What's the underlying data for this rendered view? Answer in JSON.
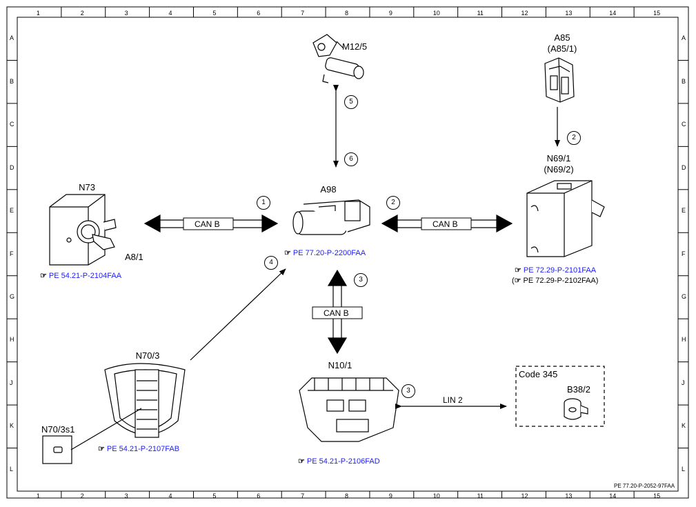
{
  "frame": {
    "columns": [
      "1",
      "2",
      "3",
      "4",
      "5",
      "6",
      "7",
      "8",
      "9",
      "10",
      "11",
      "12",
      "13",
      "14",
      "15"
    ],
    "rows": [
      "A",
      "B",
      "C",
      "D",
      "E",
      "F",
      "G",
      "H",
      "J",
      "K",
      "L"
    ]
  },
  "components": {
    "m12_5": "M12/5",
    "a85": "A85",
    "a85_alt": "(A85/1)",
    "n69_1": "N69/1",
    "n69_1_alt": "(N69/2)",
    "n73": "N73",
    "a8_1": "A8/1",
    "a98": "A98",
    "n70_3": "N70/3",
    "n70_3s1": "N70/3s1",
    "n10_1": "N10/1",
    "b38_2": "B38/2"
  },
  "option_box": {
    "title": "Code 345"
  },
  "references": {
    "a98": "PE 77.20-P-2200FAA",
    "n73": "PE 54.21-P-2104FAA",
    "n69_1": "PE 72.29-P-2101FAA",
    "n69_2_prefix": "(",
    "n69_2": "PE 72.29-P-2102FAA)",
    "n70_3": "PE 54.21-P-2107FAB",
    "n10_1": "PE 54.21-P-2106FAD",
    "hand_icon": "pointing-hand-icon"
  },
  "buses": {
    "left": "CAN B",
    "right": "CAN B",
    "down": "CAN B",
    "lin": "LIN 2"
  },
  "callouts": {
    "c1": "1",
    "c2_right": "2",
    "c2_top": "2",
    "c3_down": "3",
    "c3_lin": "3",
    "c4": "4",
    "c5": "5",
    "c6": "6"
  },
  "footer": "PE 77.20-P-2052-97FAA"
}
